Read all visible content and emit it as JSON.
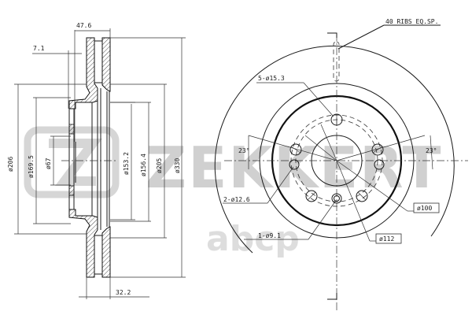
{
  "diagram": {
    "subject": "Ventilated brake disc technical drawing",
    "watermark_brand": "ZEKKERT",
    "watermark_secondary": "abcp",
    "section_view": {
      "dimensions": {
        "overall_width": "47.6",
        "hat_offset": "7.1",
        "disc_thickness": "32.2",
        "d_hat_outer": "ø206",
        "d_hat_inner": "ø169.5",
        "d_center_bore": "ø67",
        "d_inner_1": "ø153.2",
        "d_inner_2": "ø156.4",
        "d_friction_inner": "ø205",
        "d_outer": "ø330"
      }
    },
    "front_view": {
      "labels": {
        "ribs": "40 RIBS EQ.SP.",
        "bolt_holes": "5-ø15.3",
        "angle_left": "23°",
        "angle_right": "23°",
        "aux_holes": "2-ø12.6",
        "pin_hole": "1-ø9.1",
        "pcd_1": "ø100",
        "pcd_2": "ø112"
      }
    }
  }
}
